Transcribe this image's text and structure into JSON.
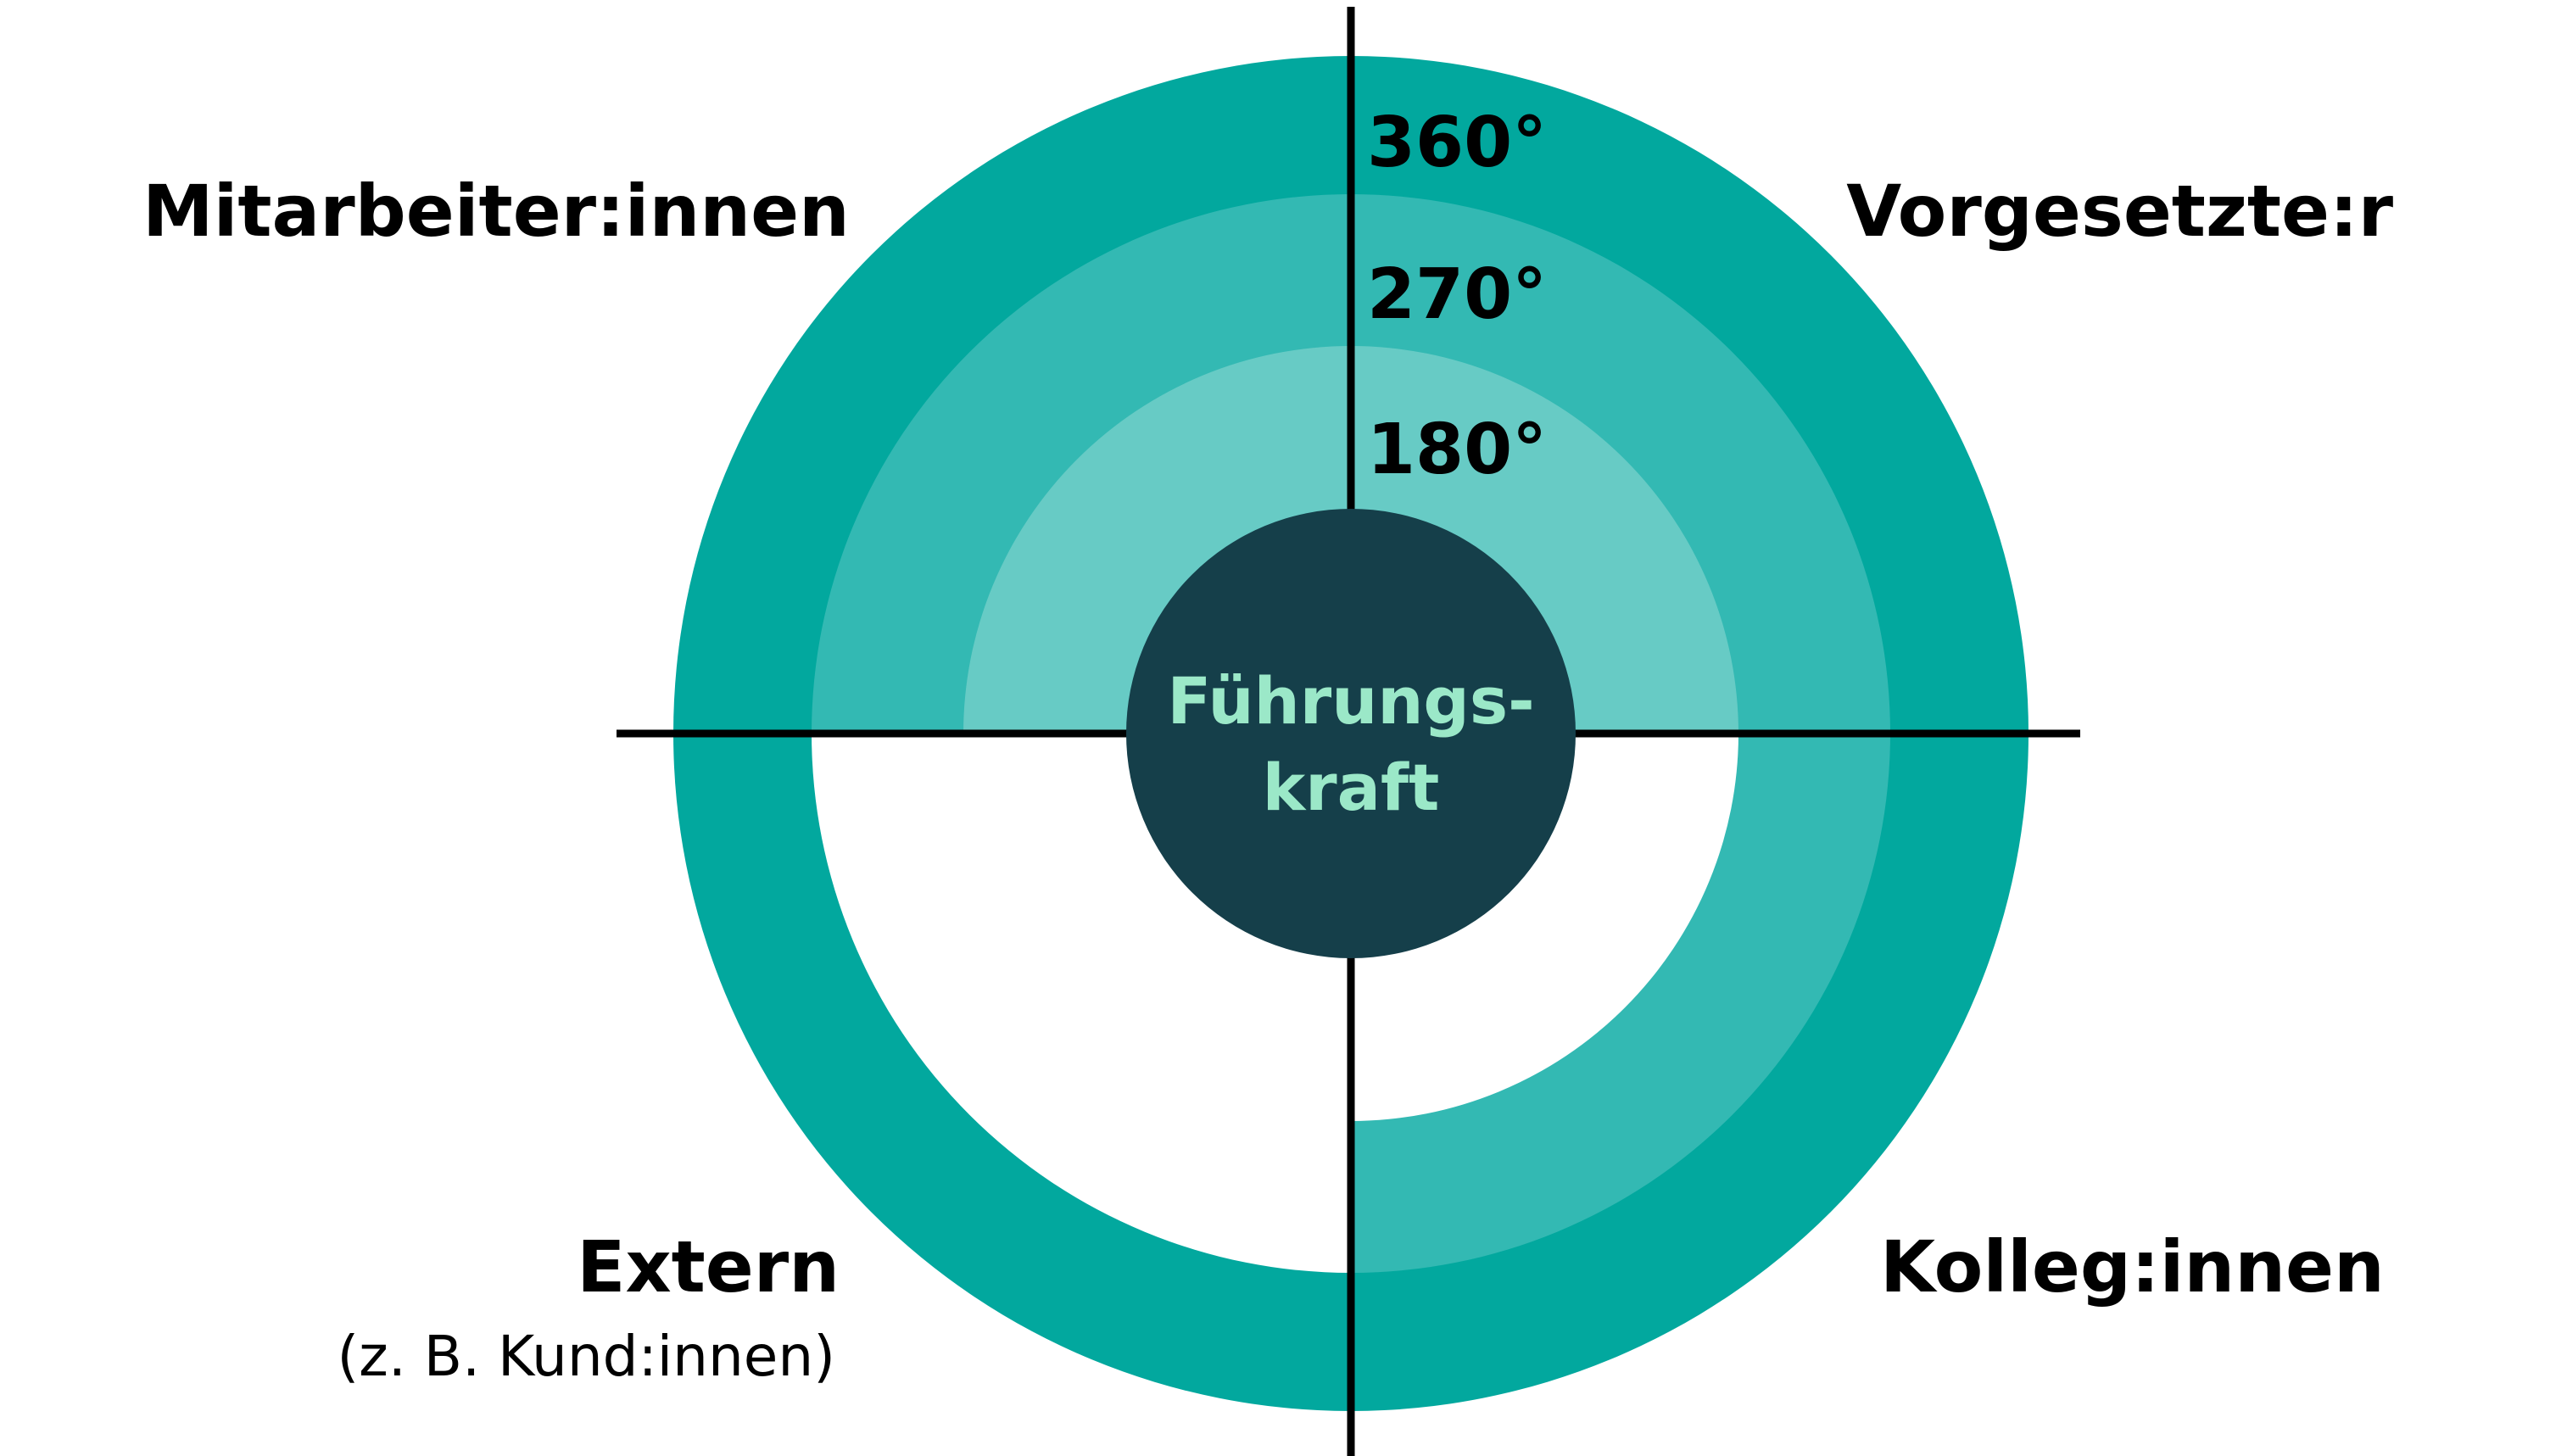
{
  "diagram": {
    "center": {
      "line1": "Führungs-",
      "line2": "kraft"
    },
    "degrees": {
      "outer": "360°",
      "middle": "270°",
      "inner": "180°"
    },
    "quadrants": {
      "top_left": "Mitarbeiter:innen",
      "top_right": "Vorgesetzte:r",
      "bottom_left": "Extern",
      "bottom_left_sub": "(z. B. Kund:innen)",
      "bottom_right": "Kolleg:innen"
    }
  },
  "colors": {
    "ring_outer": "#02A89E",
    "ring_middle": "#33B9B3",
    "ring_inner": "#67CBC5",
    "center_fill": "#153F4A",
    "center_text": "#9BE8C8",
    "axis": "#000000",
    "background": "#FFFFFF"
  }
}
